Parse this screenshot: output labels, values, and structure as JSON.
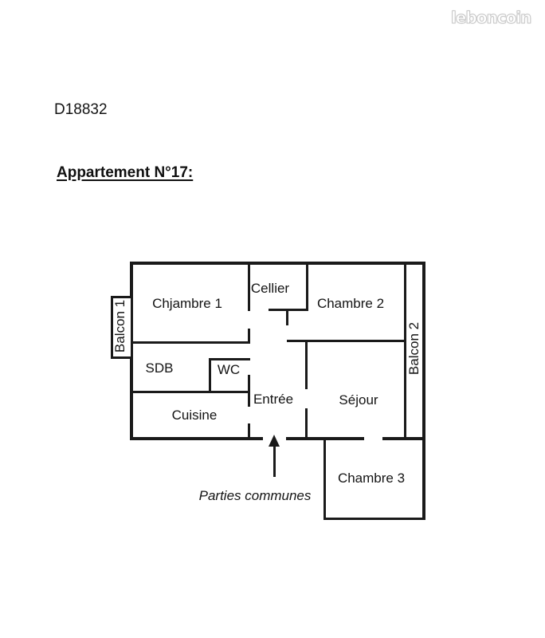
{
  "site": {
    "logo_text": "leboncoin",
    "logo_color": "#ffffff",
    "logo_outline_color": "#c6c6c6"
  },
  "document": {
    "reference": "D18832",
    "title": "Appartement N°17:",
    "background_color": "#ffffff",
    "ink_color": "#1a1a1a"
  },
  "floorplan": {
    "rooms": [
      {
        "name": "chjambre-1",
        "label": "Chjambre 1"
      },
      {
        "name": "cellier",
        "label": "Cellier"
      },
      {
        "name": "chambre-2",
        "label": "Chambre 2"
      },
      {
        "name": "balcon-1",
        "label": "Balcon 1",
        "rotated": true
      },
      {
        "name": "balcon-2",
        "label": "Balcon 2",
        "rotated": true
      },
      {
        "name": "sdb",
        "label": "SDB"
      },
      {
        "name": "wc",
        "label": "WC"
      },
      {
        "name": "entree",
        "label": "Entrée"
      },
      {
        "name": "sejour",
        "label": "Séjour"
      },
      {
        "name": "cuisine",
        "label": "Cuisine"
      },
      {
        "name": "chambre-3",
        "label": "Chambre 3"
      }
    ],
    "annotation": {
      "label": "Parties communes",
      "icon": "up-arrow"
    }
  }
}
